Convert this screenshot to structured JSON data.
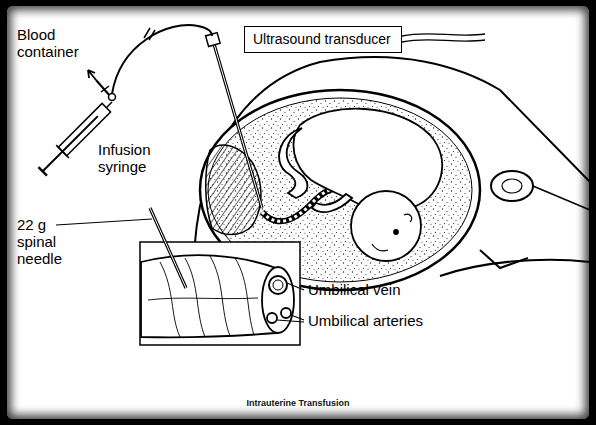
{
  "diagram": {
    "caption": "Intrauterine Transfusion",
    "nodes": [
      {
        "text": [
          "Ultrasound transducer"
        ]
      }
    ],
    "labels": [
      "Blood container",
      "Infusion syringe",
      "22 g spinal needle",
      "Umbilical vein",
      "Umbilical arteries"
    ]
  }
}
